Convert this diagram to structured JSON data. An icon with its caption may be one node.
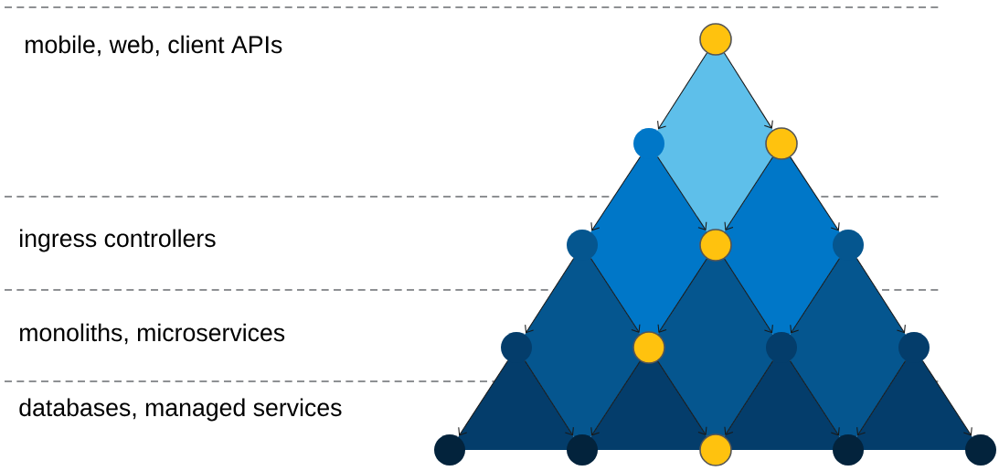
{
  "diagram": {
    "nodes": [
      {
        "text": [],
        "shape": "circle"
      },
      {
        "text": [],
        "shape": "circle"
      },
      {
        "text": [],
        "shape": "circle"
      },
      {
        "text": [],
        "shape": "circle"
      },
      {
        "text": [],
        "shape": "circle"
      },
      {
        "text": [],
        "shape": "circle"
      },
      {
        "text": [],
        "shape": "circle"
      },
      {
        "text": [],
        "shape": "circle"
      },
      {
        "text": [],
        "shape": "circle"
      },
      {
        "text": [],
        "shape": "circle"
      },
      {
        "text": [],
        "shape": "circle"
      },
      {
        "text": [],
        "shape": "circle"
      },
      {
        "text": [],
        "shape": "circle"
      },
      {
        "text": [],
        "shape": "circle"
      },
      {
        "text": [],
        "shape": "circle"
      }
    ],
    "edges": [
      {
        "from": 0,
        "to": 1,
        "arrow": "to"
      },
      {
        "from": 0,
        "to": 2,
        "arrow": "to"
      },
      {
        "from": 1,
        "to": 3,
        "arrow": "to"
      },
      {
        "from": 1,
        "to": 4,
        "arrow": "to"
      },
      {
        "from": 2,
        "to": 4,
        "arrow": "to"
      },
      {
        "from": 2,
        "to": 5,
        "arrow": "to"
      },
      {
        "from": 3,
        "to": 6,
        "arrow": "to"
      },
      {
        "from": 3,
        "to": 7,
        "arrow": "to"
      },
      {
        "from": 4,
        "to": 7,
        "arrow": "to"
      },
      {
        "from": 4,
        "to": 8,
        "arrow": "to"
      },
      {
        "from": 5,
        "to": 8,
        "arrow": "to"
      },
      {
        "from": 5,
        "to": 9,
        "arrow": "to"
      },
      {
        "from": 6,
        "to": 10,
        "arrow": "to"
      },
      {
        "from": 6,
        "to": 11,
        "arrow": "to"
      },
      {
        "from": 7,
        "to": 11,
        "arrow": "to"
      },
      {
        "from": 7,
        "to": 12,
        "arrow": "to"
      },
      {
        "from": 8,
        "to": 12,
        "arrow": "to"
      },
      {
        "from": 8,
        "to": 13,
        "arrow": "to"
      },
      {
        "from": 9,
        "to": 13,
        "arrow": "to"
      },
      {
        "from": 9,
        "to": 14,
        "arrow": "to"
      }
    ],
    "labels": [
      "mobile, web, client APIs",
      "ingress controllers",
      "monoliths, microservices",
      "databases, managed services"
    ]
  }
}
